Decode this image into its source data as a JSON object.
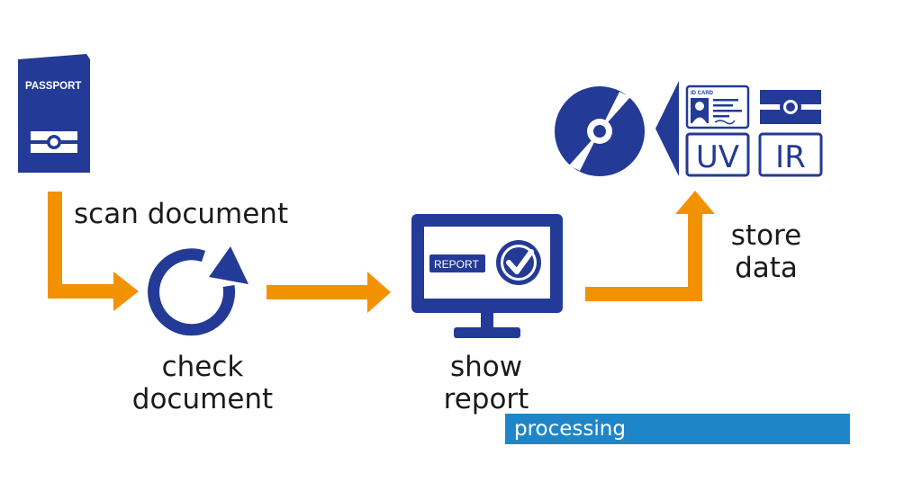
{
  "colors": {
    "brand_blue": "#233a96",
    "arrow_orange": "#f39200",
    "status_blue": "#1e86c8"
  },
  "icons": {
    "passport": "passport-icon",
    "refresh": "refresh-icon",
    "monitor": "monitor-report-icon",
    "disc": "disc-icon",
    "id_card": "id-card-icon",
    "camera": "camera-bar-icon"
  },
  "passport": {
    "label": "PASSPORT"
  },
  "steps": {
    "scan": "scan document",
    "check_line1": "check",
    "check_line2": "document",
    "show_line1": "show",
    "show_line2": "report",
    "store_line1": "store",
    "store_line2": "data"
  },
  "report": {
    "badge": "REPORT"
  },
  "storage": {
    "id_card_label": "ID CARD",
    "uv": "UV",
    "ir": "IR"
  },
  "status": {
    "text": "processing"
  }
}
